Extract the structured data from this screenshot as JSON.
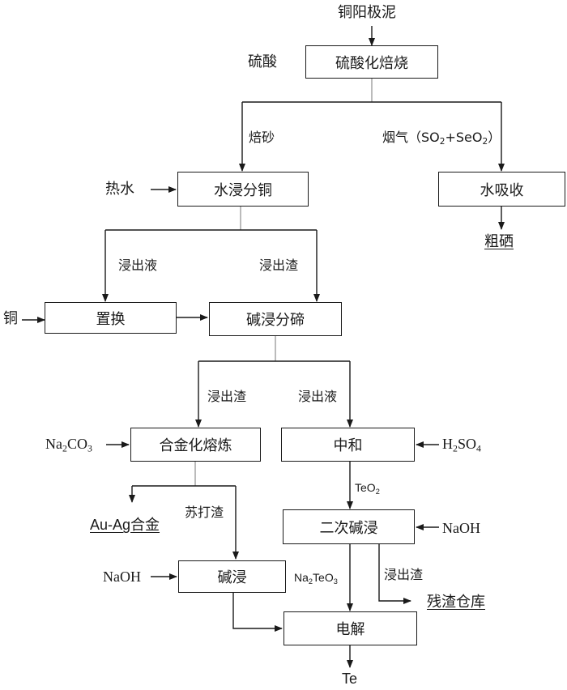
{
  "boxes": {
    "roast": "硫酸化焙烧",
    "leach_cu": "水浸分铜",
    "absorb": "水吸收",
    "replace": "置换",
    "alk_split": "碱浸分碲",
    "alloy_smelt": "合金化熔炼",
    "neutralize": "中和",
    "second_alk": "二次碱浸",
    "alk_leach": "碱浸",
    "electrolysis": "电解"
  },
  "labels": {
    "anode_slime": "铜阳极泥",
    "sulfuric_acid": "硫酸",
    "calcine": "焙砂",
    "flue_gas": {
      "text": "烟气（SO",
      "sub1": "2",
      "mid": "+SeO",
      "sub2": "2",
      "end": "）"
    },
    "hot_water": "热水",
    "crude_se": "粗硒",
    "leachate_1": "浸出液",
    "residue_1": "浸出渣",
    "copper": "铜",
    "residue_2": "浸出渣",
    "leachate_2": "浸出液",
    "na2co3": {
      "a": "Na",
      "s1": "2",
      "b": "CO",
      "s2": "3"
    },
    "h2so4": {
      "a": "H",
      "s1": "2",
      "b": "SO",
      "s2": "4"
    },
    "teo2": {
      "a": "TeO",
      "s1": "2"
    },
    "au_ag_alloy": {
      "latin": "Au-Ag",
      "cn": "合金"
    },
    "soda_slag": "苏打渣",
    "naoh_1": "NaOH",
    "naoh_2": "NaOH",
    "na2teo3": {
      "a": "Na",
      "s1": "2",
      "b": "TeO",
      "s2": "3"
    },
    "residue_3": "浸出渣",
    "residue_store": "残渣仓库",
    "te": "Te"
  }
}
